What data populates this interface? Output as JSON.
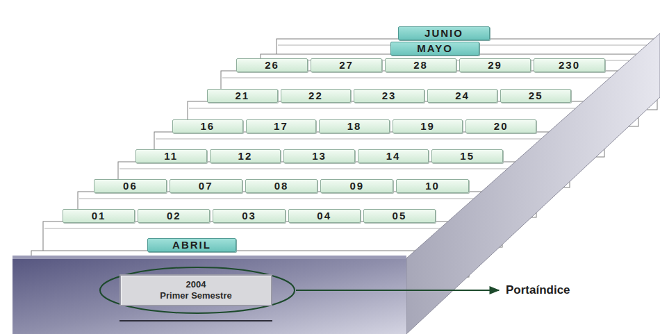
{
  "diagram": {
    "nodes": [
      {
        "text": [
          "JUNIO"
        ]
      },
      {
        "text": [
          "MAYO"
        ]
      },
      {
        "text": [
          "26"
        ]
      },
      {
        "text": [
          "27"
        ]
      },
      {
        "text": [
          "28"
        ]
      },
      {
        "text": [
          "29"
        ]
      },
      {
        "text": [
          "230"
        ]
      },
      {
        "text": [
          "21"
        ]
      },
      {
        "text": [
          "22"
        ]
      },
      {
        "text": [
          "23"
        ]
      },
      {
        "text": [
          "24"
        ]
      },
      {
        "text": [
          "25"
        ]
      },
      {
        "text": [
          "16"
        ]
      },
      {
        "text": [
          "17"
        ]
      },
      {
        "text": [
          "18"
        ]
      },
      {
        "text": [
          "19"
        ]
      },
      {
        "text": [
          "20"
        ]
      },
      {
        "text": [
          "11"
        ]
      },
      {
        "text": [
          "12"
        ]
      },
      {
        "text": [
          "13"
        ]
      },
      {
        "text": [
          "14"
        ]
      },
      {
        "text": [
          "15"
        ]
      },
      {
        "text": [
          "06"
        ]
      },
      {
        "text": [
          "07"
        ]
      },
      {
        "text": [
          "08"
        ]
      },
      {
        "text": [
          "09"
        ]
      },
      {
        "text": [
          "10"
        ]
      },
      {
        "text": [
          "01"
        ]
      },
      {
        "text": [
          "02"
        ]
      },
      {
        "text": [
          "03"
        ]
      },
      {
        "text": [
          "04"
        ]
      },
      {
        "text": [
          "05"
        ]
      },
      {
        "text": [
          "ABRIL"
        ]
      },
      {
        "text": [
          "2004",
          "Primer Semestre"
        ]
      }
    ],
    "labels": [
      "Portaíndice"
    ]
  }
}
